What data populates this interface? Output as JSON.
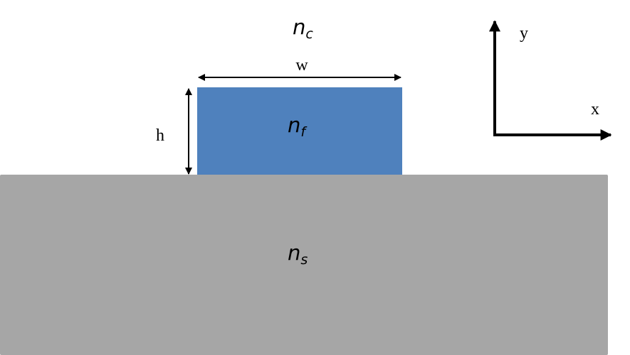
{
  "diagram": {
    "cladding_label": {
      "base": "n",
      "sub": "c"
    },
    "film_label": {
      "base": "n",
      "sub": "f"
    },
    "substrate_label": {
      "base": "n",
      "sub": "s"
    },
    "width_label": "w",
    "height_label": "h",
    "axes": {
      "x_label": "x",
      "y_label": "y"
    },
    "colors": {
      "film": "#4f81bd",
      "substrate": "#a6a6a6",
      "background": "#ffffff",
      "stroke": "#000000"
    }
  }
}
